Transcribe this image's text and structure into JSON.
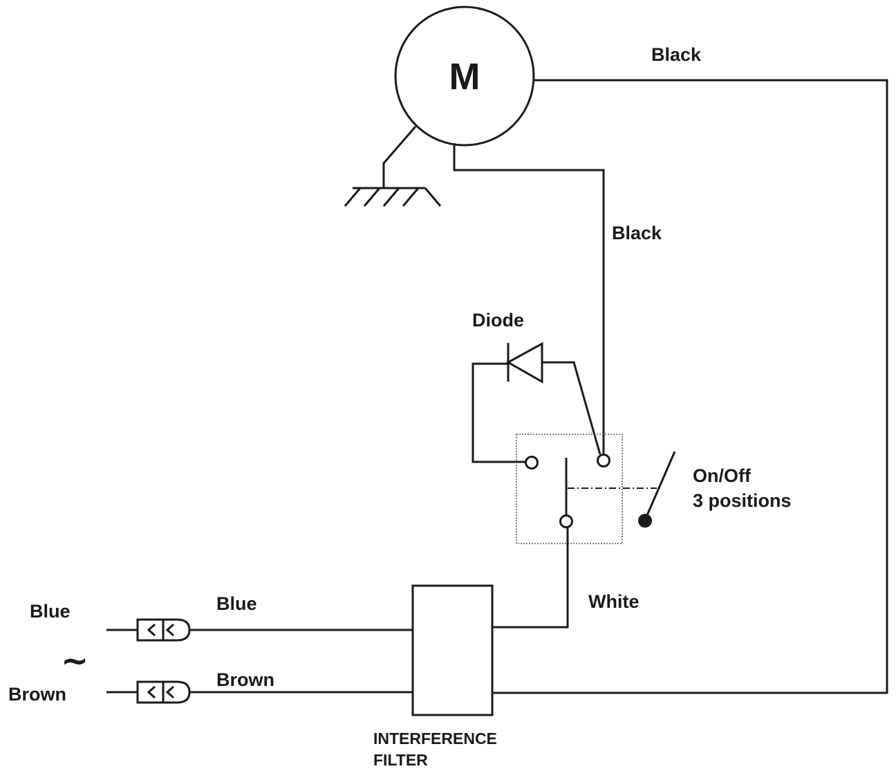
{
  "motor": {
    "symbol": "M"
  },
  "labels": {
    "motor_to_right": "Black",
    "motor_to_switch": "Black",
    "diode": "Diode",
    "switch_line1": "On/Off",
    "switch_line2": "3 positions",
    "switch_to_filter": "White",
    "input_blue": "Blue",
    "input_brown": "Brown",
    "wire_blue": "Blue",
    "wire_brown": "Brown",
    "ac_symbol": "~",
    "filter_line1": "INTERFERENCE",
    "filter_line2": "FILTER"
  }
}
